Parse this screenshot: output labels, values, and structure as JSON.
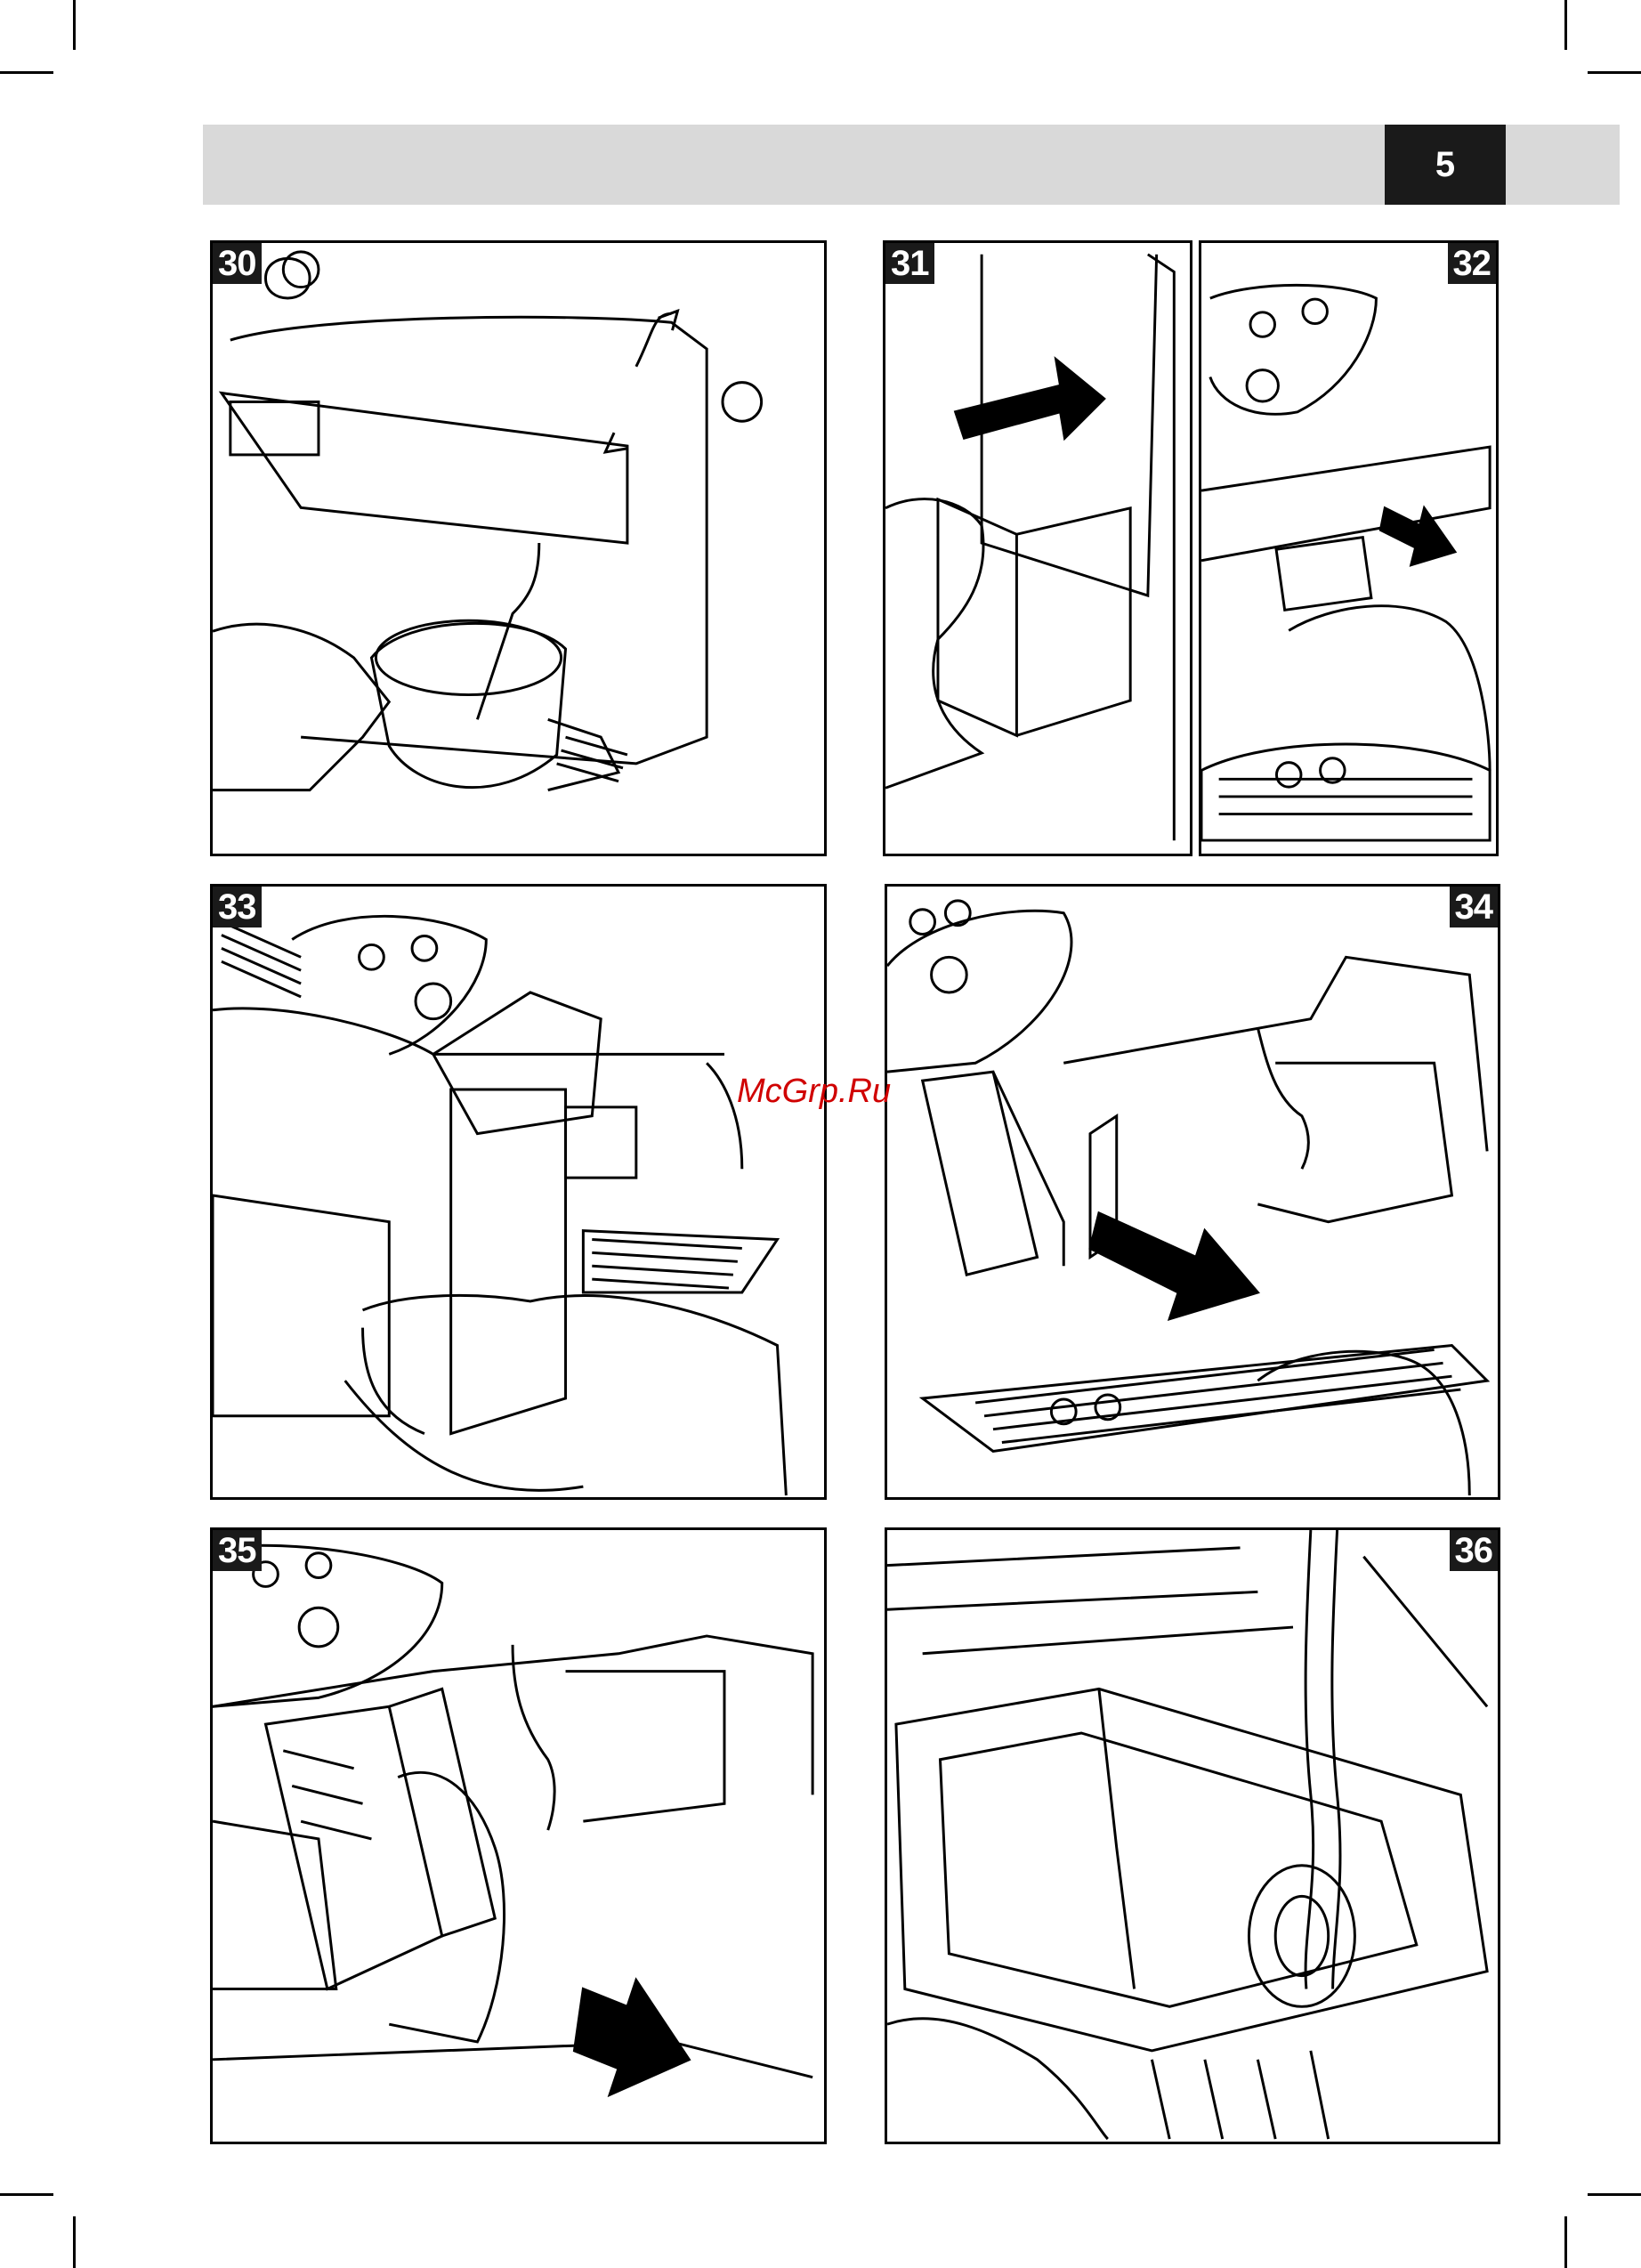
{
  "page": {
    "number": "5"
  },
  "watermark": "McGrp.Ru",
  "steps": [
    {
      "id": "30"
    },
    {
      "id": "31"
    },
    {
      "id": "32"
    },
    {
      "id": "33"
    },
    {
      "id": "34"
    },
    {
      "id": "35"
    },
    {
      "id": "36"
    }
  ]
}
